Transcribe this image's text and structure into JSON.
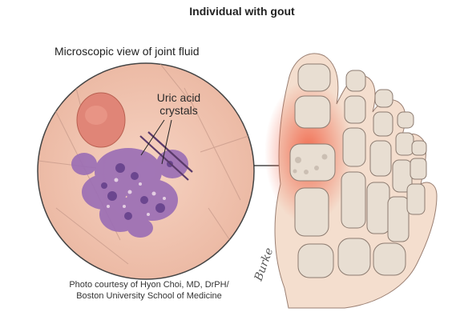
{
  "title": "Individual with gout",
  "microscope": {
    "heading": "Microscopic view of joint fluid",
    "label_line1": "Uric acid",
    "label_line2": "crystals"
  },
  "credit": {
    "line1": "Photo courtesy of Hyon Choi, MD, DrPH/",
    "line2": "Boston University School of Medicine"
  },
  "signature": "Burke",
  "colors": {
    "micro_bg": "#f2c7b3",
    "cell_purple": "#9b6fb5",
    "rbc": "#e08b7a",
    "foot_skin": "#f3dccd",
    "inflamed": "#f07a5c",
    "bone": "#e9e0d5"
  }
}
